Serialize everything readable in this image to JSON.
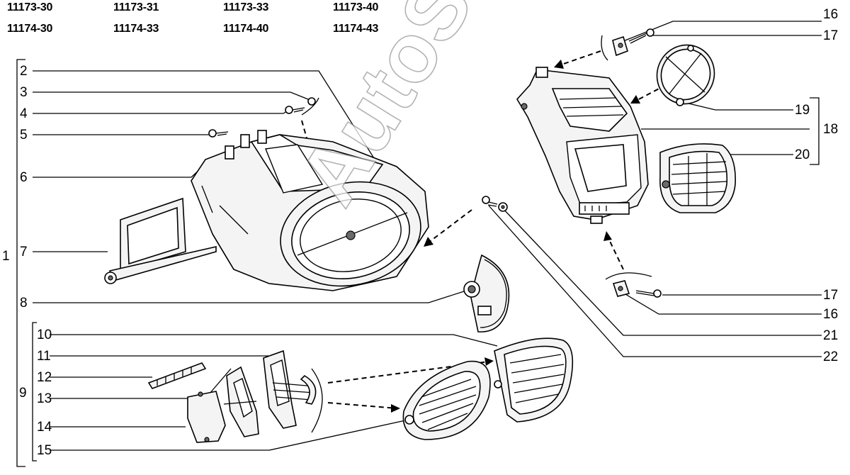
{
  "model_codes": {
    "row1": [
      "11173-30",
      "11173-31",
      "11173-33",
      "11173-40"
    ],
    "row2": [
      "11174-30",
      "11174-33",
      "11174-40",
      "11174-43"
    ]
  },
  "callouts": {
    "c1": "1",
    "c2": "2",
    "c3": "3",
    "c4": "4",
    "c5": "5",
    "c6": "6",
    "c7": "7",
    "c8": "8",
    "c9": "9",
    "c10": "10",
    "c11": "11",
    "c12": "12",
    "c13": "13",
    "c14": "14",
    "c15": "15",
    "c16a": "16",
    "c17a": "17",
    "c16b": "16",
    "c17b": "17",
    "c18": "18",
    "c19": "19",
    "c20": "20",
    "c21": "21",
    "c22": "22"
  },
  "watermark": "AutoSoft"
}
